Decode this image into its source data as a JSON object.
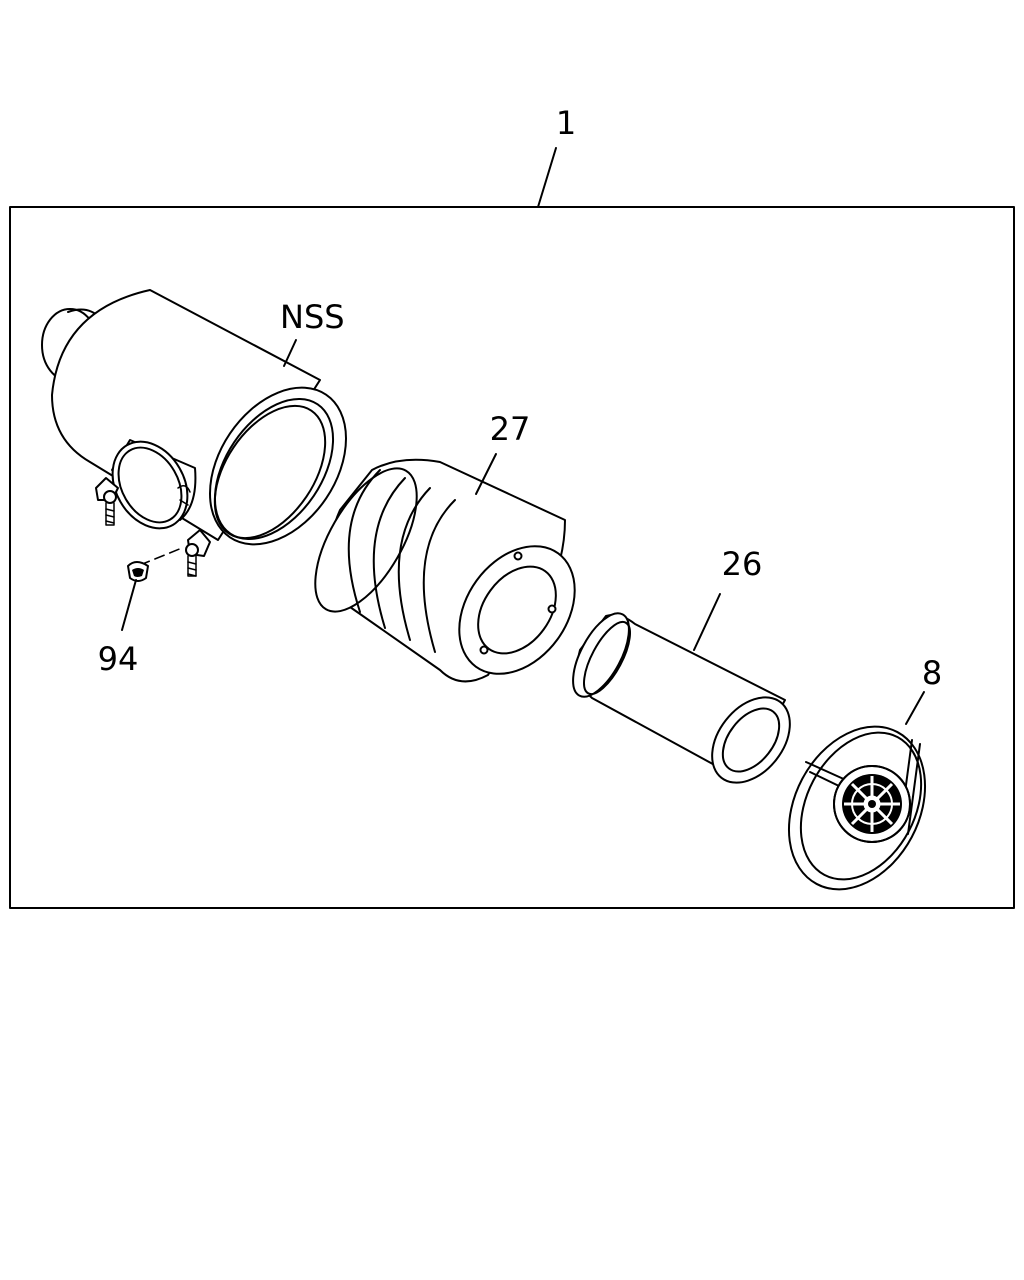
{
  "diagram": {
    "assembly_label": "1",
    "callouts": {
      "nss": "NSS",
      "element_outer": "27",
      "element_inner": "26",
      "cover": "8",
      "valve": "94"
    },
    "colors": {
      "line": "#000000",
      "background": "#ffffff"
    }
  }
}
